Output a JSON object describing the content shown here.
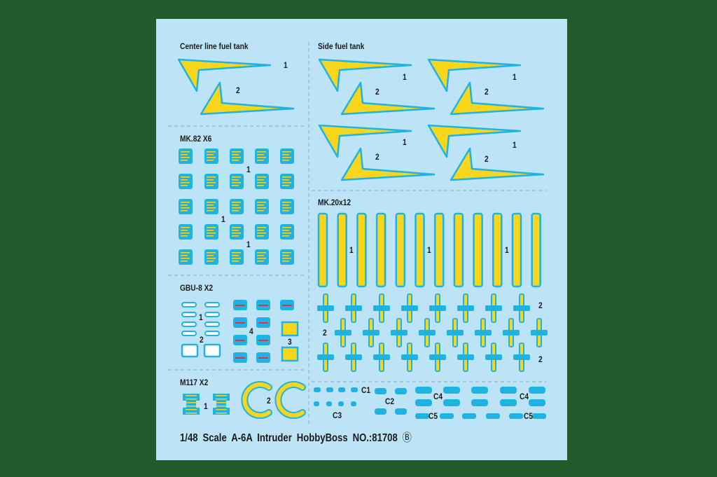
{
  "sections": {
    "center_tank": "Center line fuel tank",
    "side_tank": "Side fuel tank",
    "mk82": "MK.82 X6",
    "mk20": "MK.20x12",
    "gbu8": "GBU-8 X2",
    "m117": "M117 X2"
  },
  "numbers": {
    "n1": "1",
    "n2": "2",
    "n3": "3",
    "n4": "4",
    "c1": "C1",
    "c2": "C2",
    "c3": "C3",
    "c4": "C4",
    "c5": "C5"
  },
  "footer": {
    "scale": "1/48 Scale",
    "model": "A-6A Intruder",
    "brand": "HobbyBoss",
    "number": "NO.:81708",
    "sheet_mark": "Ⓑ"
  },
  "colors": {
    "background": "#245a2b",
    "sheet": "#bde4f6",
    "cyan": "#1fb3e3",
    "yellow": "#f8d61c",
    "red": "#e0304a"
  }
}
